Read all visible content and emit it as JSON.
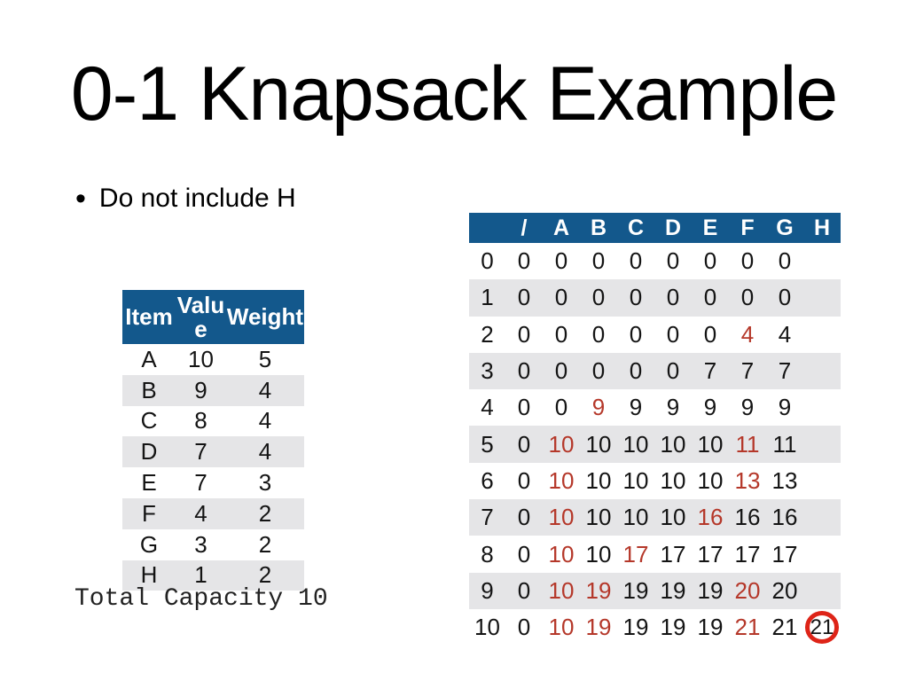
{
  "colors": {
    "header_bg": "#13588C",
    "alt_row_bg": "#E5E5E7",
    "red_text": "#B5382A",
    "circle_red": "#DE2418"
  },
  "slide": {
    "title": "0-1 Knapsack Example",
    "bullet_text": "Do not include H",
    "total_capacity": "Total Capacity 10"
  },
  "items_table": {
    "headers": [
      "Item",
      "Valu\ne",
      "Weight"
    ],
    "rows": [
      [
        "A",
        "10",
        "5"
      ],
      [
        "B",
        "9",
        "4"
      ],
      [
        "C",
        "8",
        "4"
      ],
      [
        "D",
        "7",
        "4"
      ],
      [
        "E",
        "7",
        "3"
      ],
      [
        "F",
        "4",
        "2"
      ],
      [
        "G",
        "3",
        "2"
      ],
      [
        "H",
        "1",
        "2"
      ]
    ]
  },
  "dp_table": {
    "corner_label": "",
    "column_headers": [
      "/",
      "A",
      "B",
      "C",
      "D",
      "E",
      "F",
      "G",
      "H"
    ],
    "rows": [
      {
        "label": "0",
        "cells": [
          {
            "t": "0"
          },
          {
            "t": "0"
          },
          {
            "t": "0"
          },
          {
            "t": "0"
          },
          {
            "t": "0"
          },
          {
            "t": "0"
          },
          {
            "t": "0"
          },
          {
            "t": "0"
          },
          {
            "t": ""
          }
        ]
      },
      {
        "label": "1",
        "cells": [
          {
            "t": "0"
          },
          {
            "t": "0"
          },
          {
            "t": "0"
          },
          {
            "t": "0"
          },
          {
            "t": "0"
          },
          {
            "t": "0"
          },
          {
            "t": "0"
          },
          {
            "t": "0"
          },
          {
            "t": ""
          }
        ]
      },
      {
        "label": "2",
        "cells": [
          {
            "t": "0"
          },
          {
            "t": "0"
          },
          {
            "t": "0"
          },
          {
            "t": "0"
          },
          {
            "t": "0"
          },
          {
            "t": "0"
          },
          {
            "t": "4",
            "red": true
          },
          {
            "t": "4"
          },
          {
            "t": ""
          }
        ]
      },
      {
        "label": "3",
        "cells": [
          {
            "t": "0"
          },
          {
            "t": "0"
          },
          {
            "t": "0"
          },
          {
            "t": "0"
          },
          {
            "t": "0"
          },
          {
            "t": "7"
          },
          {
            "t": "7"
          },
          {
            "t": "7"
          },
          {
            "t": ""
          }
        ]
      },
      {
        "label": "4",
        "cells": [
          {
            "t": "0"
          },
          {
            "t": "0"
          },
          {
            "t": "9",
            "red": true
          },
          {
            "t": "9"
          },
          {
            "t": "9"
          },
          {
            "t": "9"
          },
          {
            "t": "9"
          },
          {
            "t": "9"
          },
          {
            "t": ""
          }
        ]
      },
      {
        "label": "5",
        "cells": [
          {
            "t": "0"
          },
          {
            "t": "10",
            "red": true
          },
          {
            "t": "10"
          },
          {
            "t": "10"
          },
          {
            "t": "10"
          },
          {
            "t": "10"
          },
          {
            "t": "11",
            "red": true
          },
          {
            "t": "11"
          },
          {
            "t": ""
          }
        ]
      },
      {
        "label": "6",
        "cells": [
          {
            "t": "0"
          },
          {
            "t": "10",
            "red": true
          },
          {
            "t": "10"
          },
          {
            "t": "10"
          },
          {
            "t": "10"
          },
          {
            "t": "10"
          },
          {
            "t": "13",
            "red": true
          },
          {
            "t": "13"
          },
          {
            "t": ""
          }
        ]
      },
      {
        "label": "7",
        "cells": [
          {
            "t": "0"
          },
          {
            "t": "10",
            "red": true
          },
          {
            "t": "10"
          },
          {
            "t": "10"
          },
          {
            "t": "10"
          },
          {
            "t": "16",
            "red": true
          },
          {
            "t": "16"
          },
          {
            "t": "16"
          },
          {
            "t": ""
          }
        ]
      },
      {
        "label": "8",
        "cells": [
          {
            "t": "0"
          },
          {
            "t": "10",
            "red": true
          },
          {
            "t": "10"
          },
          {
            "t": "17",
            "red": true
          },
          {
            "t": "17"
          },
          {
            "t": "17"
          },
          {
            "t": "17"
          },
          {
            "t": "17"
          },
          {
            "t": ""
          }
        ]
      },
      {
        "label": "9",
        "cells": [
          {
            "t": "0"
          },
          {
            "t": "10",
            "red": true
          },
          {
            "t": "19",
            "red": true
          },
          {
            "t": "19"
          },
          {
            "t": "19"
          },
          {
            "t": "19"
          },
          {
            "t": "20",
            "red": true
          },
          {
            "t": "20"
          },
          {
            "t": ""
          }
        ]
      },
      {
        "label": "10",
        "cells": [
          {
            "t": "0"
          },
          {
            "t": "10",
            "red": true
          },
          {
            "t": "19",
            "red": true
          },
          {
            "t": "19"
          },
          {
            "t": "19"
          },
          {
            "t": "19"
          },
          {
            "t": "21",
            "red": true
          },
          {
            "t": "21"
          },
          {
            "t": "21",
            "circled": true
          }
        ]
      }
    ]
  }
}
